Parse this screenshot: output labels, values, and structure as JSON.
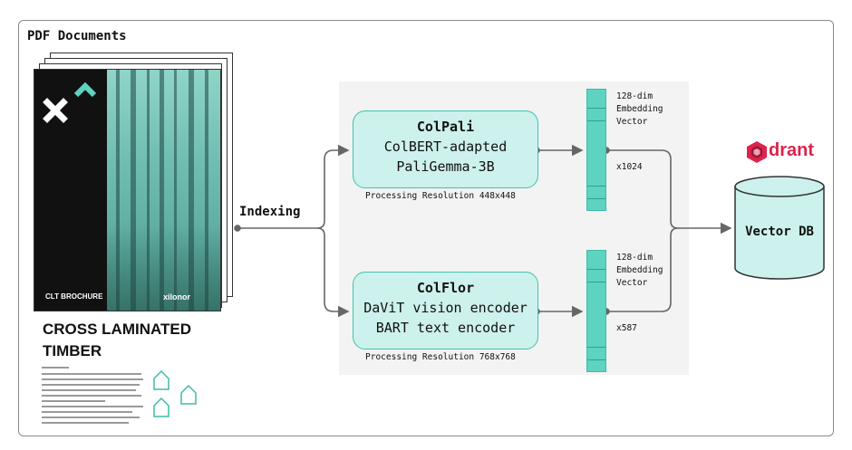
{
  "title": "PDF Documents",
  "document": {
    "brand_left": "CLT BROCHURE",
    "brand_right": "xilonor",
    "heading_line1": "CROSS LAMINATED",
    "heading_line2": "TIMBER"
  },
  "indexing_label": "Indexing",
  "colpali": {
    "name": "ColPali",
    "line2": "ColBERT-adapted",
    "line3": "PaliGemma-3B",
    "resolution": "Processing Resolution 448x448",
    "embedding_line1": "128-dim",
    "embedding_line2": "Embedding",
    "embedding_line3": "Vector",
    "count": "x1024"
  },
  "colflor": {
    "name": "ColFlor",
    "line2": "DaViT vision encoder",
    "line3": "BART text encoder",
    "resolution": "Processing Resolution 768x768",
    "embedding_line1": "128-dim",
    "embedding_line2": "Embedding",
    "embedding_line3": "Vector",
    "count": "x587"
  },
  "qdrant_logo_text": "drant",
  "vector_db_label": "Vector DB",
  "colors": {
    "model_box_fill": "#cdf1ec",
    "model_box_border": "#3fc3b0",
    "vector_fill": "#5fd3c2",
    "qdrant_red": "#dc244c",
    "cylinder_fill": "#cdf1ec"
  }
}
